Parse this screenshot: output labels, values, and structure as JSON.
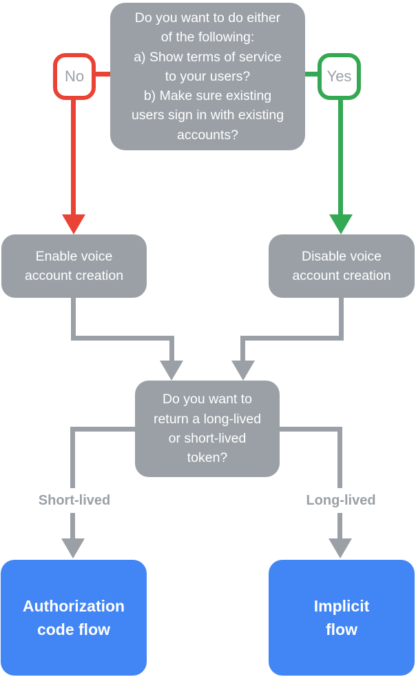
{
  "colors": {
    "background": "#FFFFFF",
    "node_gray": "#9AA0A6",
    "connector_gray": "#9AA0A6",
    "branch_red": "#EA4335",
    "branch_green": "#34A853",
    "result_blue": "#4285F4",
    "text_white": "#FFFFFF",
    "muted_text_gray": "#9AA0A6",
    "label_bg": "#FFFFFF"
  },
  "flowchart": {
    "root_question": "Do you want to do either\nof the following:\na) Show terms of service\nto your users?\nb) Make sure existing\nusers sign in with existing\naccounts?",
    "no_badge": "No",
    "yes_badge": "Yes",
    "no_outcome": "Enable voice\naccount creation",
    "yes_outcome": "Disable voice\naccount creation",
    "token_question": "Do you want to\nreturn a long-lived\nor short-lived\ntoken?",
    "short_branch_label": "Short-lived",
    "long_branch_label": "Long-lived",
    "short_outcome": "Authorization\ncode flow",
    "long_outcome": "Implicit\nflow"
  }
}
